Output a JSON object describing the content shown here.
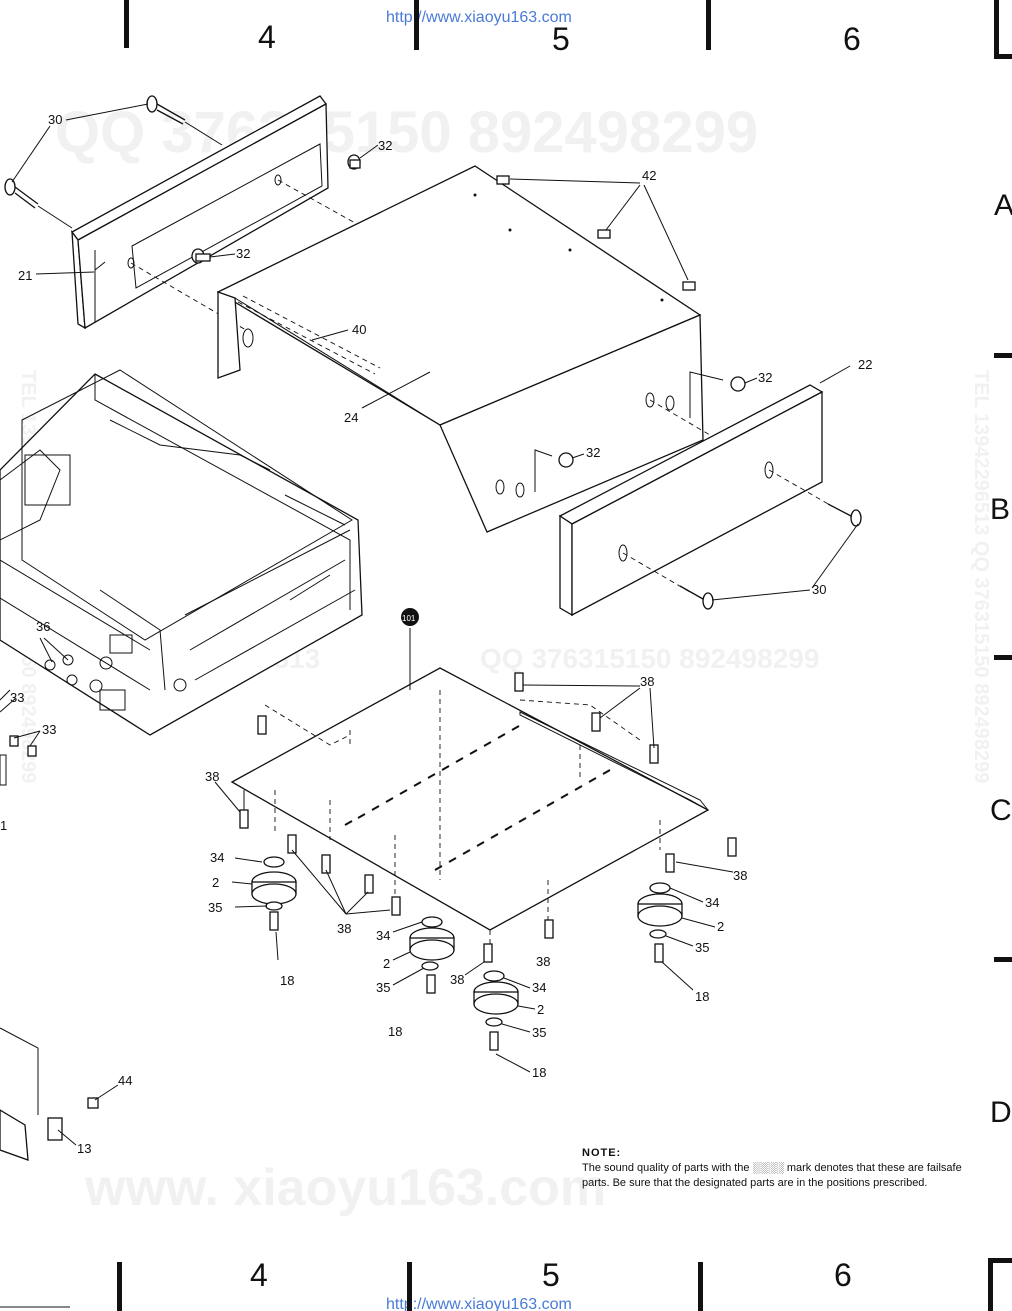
{
  "watermarks": {
    "url_top": "http://www.xiaoyu163.com",
    "url_bottom": "http://www.xiaoyu163.com",
    "qq_top": "QQ 376315150  892498299",
    "qq_mid": "QQ 376315150 892498299",
    "tel_mid": "912296513",
    "site_bottom": "www. xiaoyu163.com",
    "right_vertical": "TEL 13942296513 QQ 376315150 892498299",
    "left_vertical": "TEL 13942296513 QQ 376315150 892498299"
  },
  "grid": {
    "columns_top": [
      "4",
      "5",
      "6"
    ],
    "columns_bottom": [
      "4",
      "5",
      "6"
    ],
    "rows": [
      "A",
      "B",
      "C",
      "D"
    ]
  },
  "callouts": {
    "c30a": "30",
    "c32a": "32",
    "c32b": "32",
    "c42": "42",
    "c21": "21",
    "c40": "40",
    "c24": "24",
    "c22": "22",
    "c32c": "32",
    "c32d": "32",
    "c30b": "30",
    "c101": "101",
    "c38a": "38",
    "c38b": "38",
    "c38c": "38",
    "c38d": "38",
    "c38e": "38",
    "c38f": "38",
    "c36": "36",
    "c33a": "33",
    "c33b": "33",
    "c1": "1",
    "c34a": "34",
    "c2a": "2",
    "c35a": "35",
    "c18a": "18",
    "c34b": "34",
    "c2b": "2",
    "c35b": "35",
    "c18b": "18",
    "c34c": "34",
    "c2c": "2",
    "c35c": "35",
    "c18c": "18",
    "c34d": "34",
    "c2d": "2",
    "c35d": "35",
    "c18d": "18",
    "c44": "44",
    "c13": "13"
  },
  "note": {
    "title": "NOTE:",
    "body": "The sound quality of parts with the ░░░░ mark denotes that these are failsafe parts. Be sure that the designated parts are in the positions prescribed."
  }
}
